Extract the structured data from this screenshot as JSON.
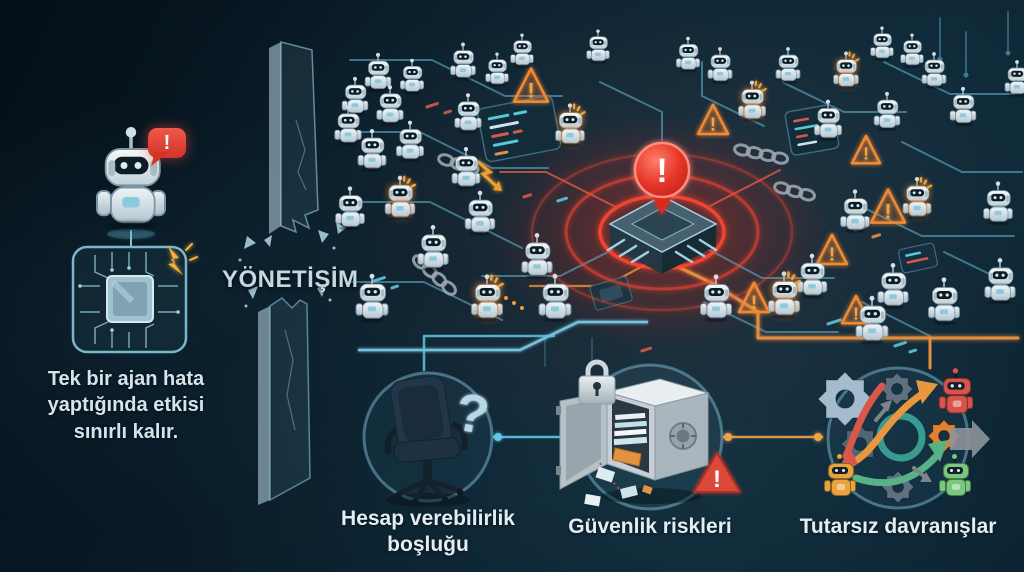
{
  "scene": {
    "left_caption": "Tek bir ajan hata yaptığında etkisi sınırlı kalır.",
    "barrier_label": "YÖNETİŞİM",
    "items": [
      {
        "id": "accountability",
        "label": "Hesap verebilirlik boşluğu",
        "icon": "empty-chair-question-icon"
      },
      {
        "id": "security",
        "label": "Güvenlik riskleri",
        "icon": "open-safe-warning-icon"
      },
      {
        "id": "inconsistency",
        "label": "Tutarsız davranışlar",
        "icon": "crossed-arrows-gears-icon"
      }
    ]
  },
  "glyphs": {
    "alert": "!",
    "question": "?"
  },
  "colors": {
    "alert_red": "#e0392b",
    "warning_orange": "#f08a35",
    "circuit_blue": "#63b9d6",
    "glass_blue": "#aadcf0",
    "text_light": "#dce8f0",
    "background_dark": "#0a1e2b"
  }
}
